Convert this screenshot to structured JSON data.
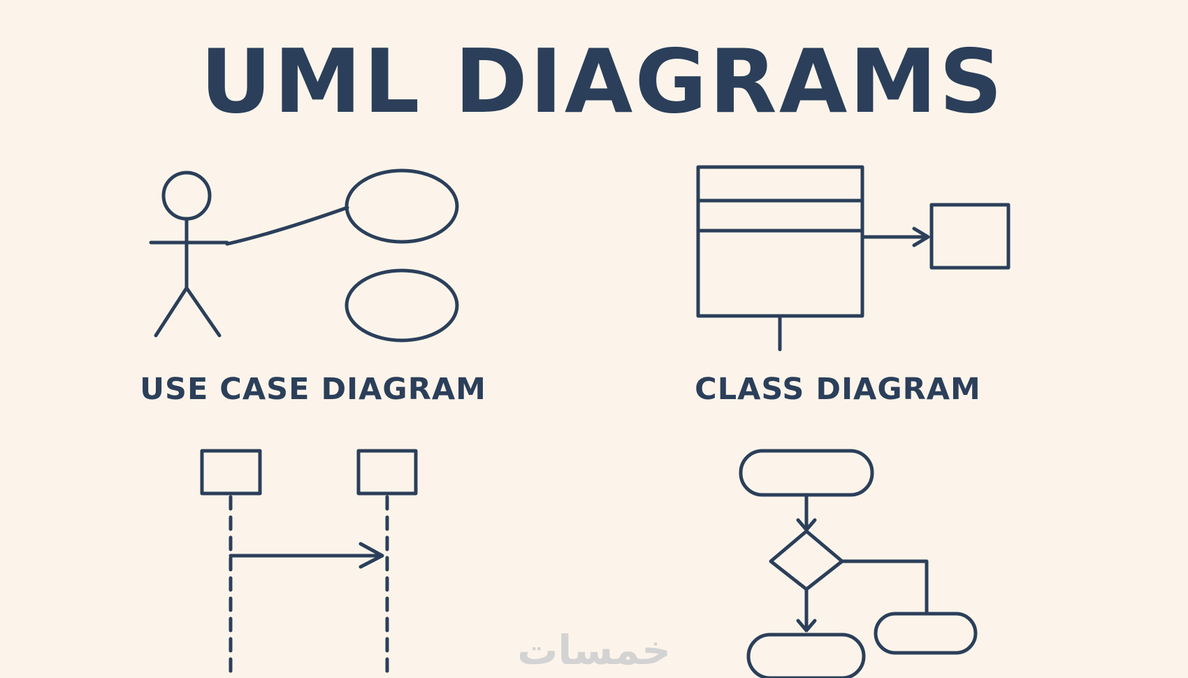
{
  "title": "UML DIAGRAMS",
  "colors": {
    "background": "#fcf4ea",
    "ink": "#2b3f5a",
    "watermark": "#d3d3d3"
  },
  "panels": [
    {
      "kind": "use-case",
      "label": "USE CASE DIAGRAM"
    },
    {
      "kind": "class",
      "label": "CLASS DIAGRAM"
    },
    {
      "kind": "sequence",
      "label": ""
    },
    {
      "kind": "activity",
      "label": ""
    }
  ],
  "watermark": "خمسات"
}
